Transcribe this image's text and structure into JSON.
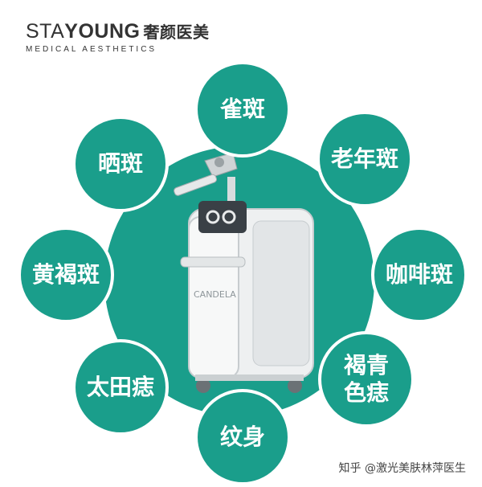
{
  "brand": {
    "name_light": "STA",
    "name_bold": "YOUNG",
    "name_cn": "奢颜医美",
    "subtitle": "MEDICAL AESTHETICS"
  },
  "device": {
    "logo_text": "CANDELA"
  },
  "bubbles": [
    {
      "label": "雀斑"
    },
    {
      "label": "晒斑"
    },
    {
      "label": "老年斑"
    },
    {
      "label": "黄褐斑"
    },
    {
      "label": "咖啡斑"
    },
    {
      "label": "太田痣"
    },
    {
      "label_line1": "褐青",
      "label_line2": "色痣"
    },
    {
      "label": "纹身"
    }
  ],
  "watermark": "知乎 @激光美肤林萍医生",
  "colors": {
    "accent": "#1a9e8b",
    "text_dark": "#333333"
  }
}
